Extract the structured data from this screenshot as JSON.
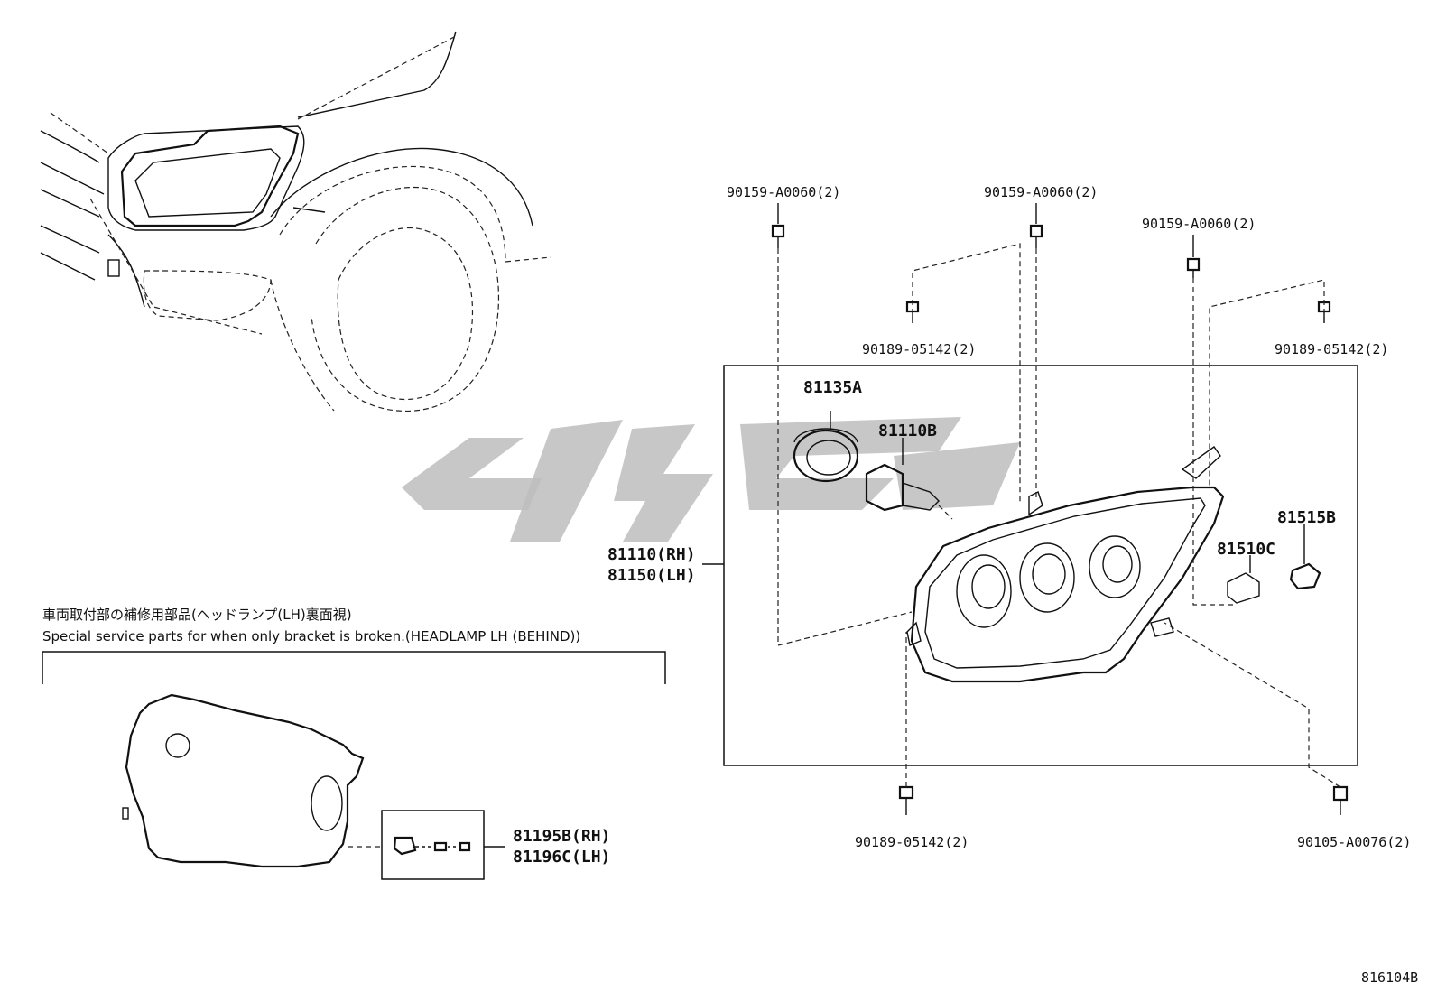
{
  "diagram_id": "816104B",
  "note": {
    "jp": "車両取付部の補修用部品(ヘッドランプ(LH)裏面視)",
    "en": "Special service parts for when only bracket is broken.(HEADLAMP LH (BEHIND))"
  },
  "labels": {
    "bolt_top_left": "90159-A0060(2)",
    "bolt_top_mid": "90159-A0060(2)",
    "bolt_top_right": "90159-A0060(2)",
    "clip_mid_left": "90189-05142(2)",
    "clip_mid_right": "90189-05142(2)",
    "clip_bottom": "90189-05142(2)",
    "screw_bottom_right": "90105-A0076(2)",
    "socket_cover": "81135A",
    "bulb_halogen": "81110B",
    "headlamp_rh": "81110(RH)",
    "headlamp_lh": "81150(LH)",
    "bulb_side": "81510C",
    "socket_side": "81515B",
    "bracket_rh": "81195B(RH)",
    "bracket_lh": "81196C(LH)"
  }
}
